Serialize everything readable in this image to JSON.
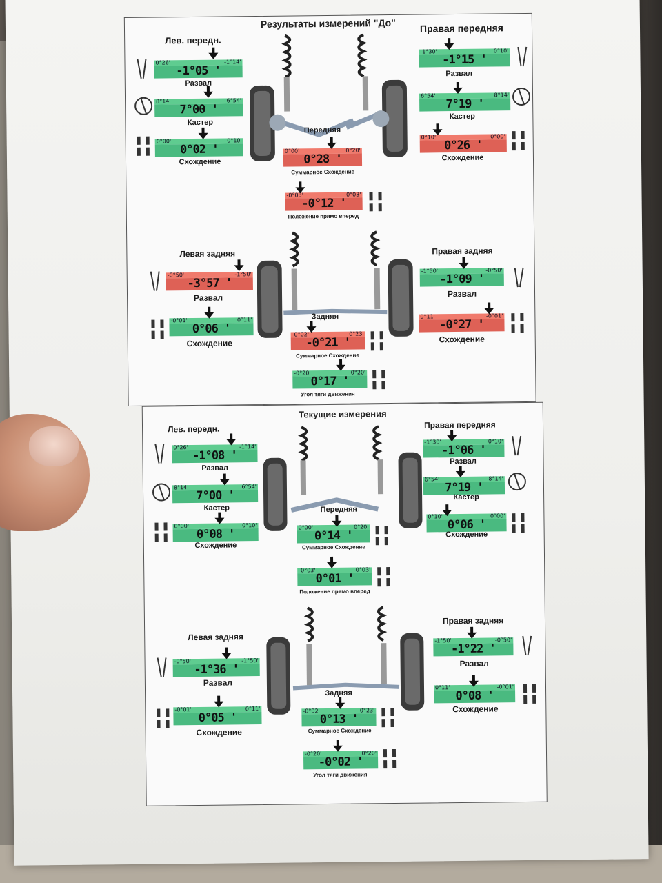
{
  "header_fragment": "",
  "before": {
    "title": "Результаты измерений \"До\"",
    "left_front": {
      "title": "Лев. передн.",
      "camber": {
        "min": "0°26'",
        "max": "-1°14'",
        "value": "-1°05 '",
        "label": "Развал",
        "status": "green"
      },
      "caster": {
        "min": "8°14'",
        "max": "6°54'",
        "value": "7°00 '",
        "label": "Кастер",
        "status": "green"
      },
      "toe": {
        "min": "0°00'",
        "max": "0°10'",
        "value": "0°02 '",
        "label": "Схождение",
        "status": "green"
      }
    },
    "right_front": {
      "title": "Правая передняя",
      "camber": {
        "min": "-1°30'",
        "max": "0°10'",
        "value": "-1°15 '",
        "label": "Развал",
        "status": "green"
      },
      "caster": {
        "min": "6°54'",
        "max": "8°14'",
        "value": "7°19 '",
        "label": "Кастер",
        "status": "green"
      },
      "toe": {
        "min": "0°10'",
        "max": "0°00'",
        "value": "0°26 '",
        "label": "Схождение",
        "status": "red"
      }
    },
    "front_label": "Передняя",
    "front_total_toe": {
      "min": "0°00'",
      "max": "0°20'",
      "value": "0°28 '",
      "label": "Суммарное Схождение",
      "status": "red"
    },
    "straight_ahead": {
      "min": "-0°03'",
      "max": "0°03'",
      "value": "-0°12 '",
      "label": "Положение прямо вперед",
      "status": "red"
    },
    "left_rear": {
      "title": "Левая задняя",
      "camber": {
        "min": "-0°50'",
        "max": "-1°50'",
        "value": "-3°57 '",
        "label": "Развал",
        "status": "red"
      },
      "toe": {
        "min": "-0°01'",
        "max": "0°11'",
        "value": "0°06 '",
        "label": "Схождение",
        "status": "green"
      }
    },
    "right_rear": {
      "title": "Правая задняя",
      "camber": {
        "min": "-1°50'",
        "max": "-0°50'",
        "value": "-1°09 '",
        "label": "Развал",
        "status": "green"
      },
      "toe": {
        "min": "0°11'",
        "max": "-0°01'",
        "value": "-0°27 '",
        "label": "Схождение",
        "status": "red"
      }
    },
    "rear_label": "Задняя",
    "rear_total_toe": {
      "min": "-0°02'",
      "max": "0°23'",
      "value": "-0°21 '",
      "label": "Суммарное Схождение",
      "status": "red"
    },
    "thrust_angle": {
      "min": "-0°20'",
      "max": "0°20'",
      "value": "0°17 '",
      "label": "Угол тяги движения",
      "status": "green"
    }
  },
  "current": {
    "title": "Текущие измерения",
    "left_front": {
      "title": "Лев. передн.",
      "camber": {
        "min": "0°26'",
        "max": "-1°14'",
        "value": "-1°08 '",
        "label": "Развал",
        "status": "green"
      },
      "caster": {
        "min": "8°14'",
        "max": "6°54'",
        "value": "7°00 '",
        "label": "Кастер",
        "status": "green"
      },
      "toe": {
        "min": "0°00'",
        "max": "0°10'",
        "value": "0°08 '",
        "label": "Схождение",
        "status": "green"
      }
    },
    "right_front": {
      "title": "Правая передняя",
      "camber": {
        "min": "-1°30'",
        "max": "0°10'",
        "value": "-1°06 '",
        "label": "Развал",
        "status": "green"
      },
      "caster": {
        "min": "6°54'",
        "max": "8°14'",
        "value": "7°19 '",
        "label": "Кастер",
        "status": "green"
      },
      "toe": {
        "min": "0°10'",
        "max": "0°00'",
        "value": "0°06 '",
        "label": "Схождение",
        "status": "green"
      }
    },
    "front_label": "Передняя",
    "front_total_toe": {
      "min": "0°00'",
      "max": "0°20'",
      "value": "0°14 '",
      "label": "Суммарное Схождение",
      "status": "green"
    },
    "straight_ahead": {
      "min": "-0°03'",
      "max": "0°03'",
      "value": "0°01 '",
      "label": "Положение прямо вперед",
      "status": "green"
    },
    "left_rear": {
      "title": "Левая задняя",
      "camber": {
        "min": "-0°50'",
        "max": "-1°50'",
        "value": "-1°36 '",
        "label": "Развал",
        "status": "green"
      },
      "toe": {
        "min": "-0°01'",
        "max": "0°11'",
        "value": "0°05 '",
        "label": "Схождение",
        "status": "green"
      }
    },
    "right_rear": {
      "title": "Правая задняя",
      "camber": {
        "min": "-1°50'",
        "max": "-0°50'",
        "value": "-1°22 '",
        "label": "Развал",
        "status": "green"
      },
      "toe": {
        "min": "0°11'",
        "max": "-0°01'",
        "value": "0°08 '",
        "label": "Схождение",
        "status": "green"
      }
    },
    "rear_label": "Задняя",
    "rear_total_toe": {
      "min": "-0°02'",
      "max": "0°23'",
      "value": "0°13 '",
      "label": "Суммарное Схождение",
      "status": "green"
    },
    "thrust_angle": {
      "min": "-0°20'",
      "max": "0°20'",
      "value": "-0°02 '",
      "label": "Угол тяги движения",
      "status": "green"
    }
  },
  "colors": {
    "green": "#4aba80",
    "red": "#de6156"
  }
}
